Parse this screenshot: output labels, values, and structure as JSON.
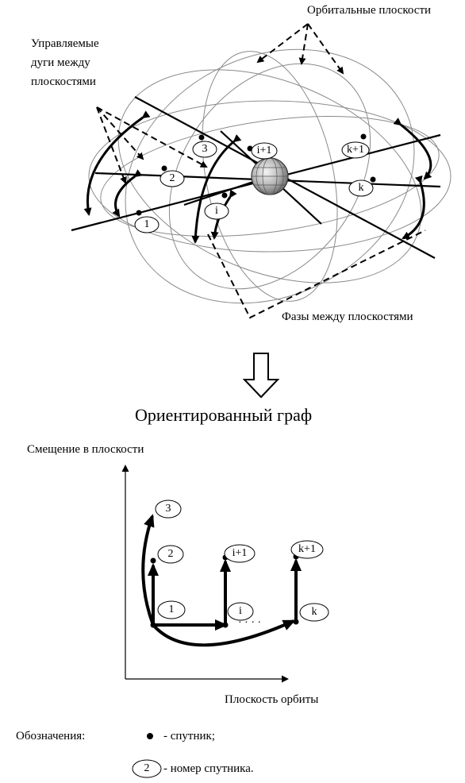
{
  "top_diagram": {
    "label_orbital_planes": "Орбитальные плоскости",
    "label_controlled_arcs_line1": "Управляемые",
    "label_controlled_arcs_line2": "дуги между",
    "label_controlled_arcs_line3": "плоскостями",
    "label_phases": "Фазы между плоскостями",
    "sat_1": "1",
    "sat_2": "2",
    "sat_3": "3",
    "sat_i": "i",
    "sat_i1": "i+1",
    "sat_k": "k",
    "sat_k1": "k+1"
  },
  "transition": {
    "title": "Ориентированный граф"
  },
  "graph": {
    "y_axis_label": "Смещение в плоскости",
    "x_axis_label": "Плоскость орбиты",
    "node_1": "1",
    "node_2": "2",
    "node_3": "3",
    "node_i": "i",
    "node_i1": "i+1",
    "node_k": "k",
    "node_k1": "k+1",
    "dots": "· · · ·"
  },
  "legend": {
    "heading": "Обозначения:",
    "dot_desc": "- спутник;",
    "oval_example": "2",
    "oval_desc": "- номер спутника."
  }
}
